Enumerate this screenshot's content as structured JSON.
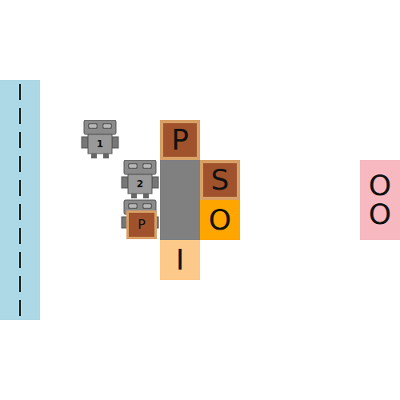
{
  "diagram": {
    "nodes": [
      {
        "text": [
          "1"
        ]
      },
      {
        "text": [
          "P"
        ]
      },
      {
        "text": [
          "2"
        ]
      },
      {
        "text": [
          "S"
        ]
      },
      {
        "text": [
          "O",
          "O"
        ]
      },
      {
        "text": [
          "P"
        ]
      },
      {
        "text": [
          "O"
        ]
      },
      {
        "text": [
          "I"
        ]
      }
    ]
  }
}
